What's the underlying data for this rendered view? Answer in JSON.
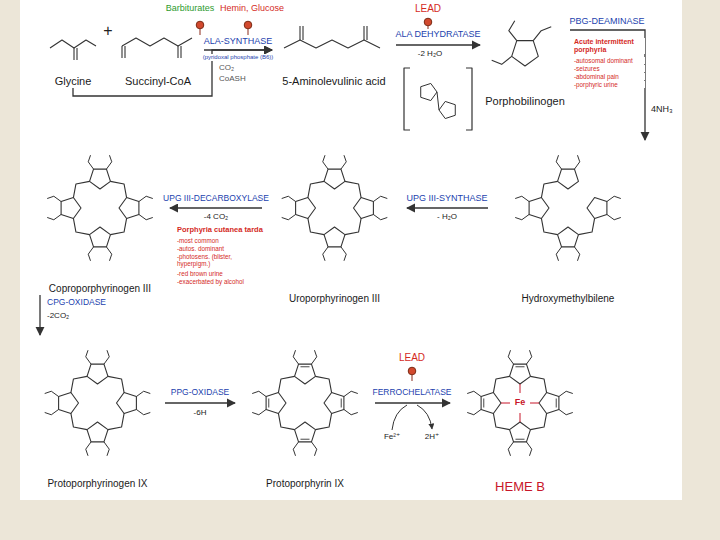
{
  "diagram": {
    "nodes": [
      {
        "text": [
          "Glycine"
        ]
      },
      {
        "text": [
          "Succinyl-CoA"
        ]
      },
      {
        "text": [
          "5-Aminolevulinic acid"
        ]
      },
      {
        "text": [
          "Porphobilinogen"
        ]
      },
      {
        "text": [
          "Hydroxymethylbilene"
        ]
      },
      {
        "text": [
          "Uroporphyrinogen III"
        ]
      },
      {
        "text": [
          "Coproporphyrinogen III"
        ]
      },
      {
        "text": [
          "Protoporphyrinogen IX"
        ]
      },
      {
        "text": [
          "Protoporphyrin IX"
        ]
      },
      {
        "text": [
          "HEME B"
        ]
      }
    ],
    "edges": [
      {
        "from": 0,
        "to": 2,
        "arrow": "to"
      },
      {
        "from": 1,
        "to": 2,
        "label": "ALA-SYNTHASE",
        "arrow": "to"
      },
      {
        "from": 2,
        "to": 3,
        "label": "ALA DEHYDRATASE",
        "arrow": "to"
      },
      {
        "from": 3,
        "to": 4,
        "label": "PBG-DEAMINASE",
        "arrow": "to"
      },
      {
        "from": 4,
        "to": 5,
        "label": "UPG III-SYNTHASE",
        "arrow": "to"
      },
      {
        "from": 5,
        "to": 6,
        "label": "UPG III-DECARBOXYLASE",
        "arrow": "to"
      },
      {
        "from": 6,
        "to": 7,
        "label": "CPG-OXIDASE",
        "arrow": "to"
      },
      {
        "from": 7,
        "to": 8,
        "label": "PPG-OXIDASE",
        "arrow": "to"
      },
      {
        "from": 8,
        "to": 9,
        "label": "FERROCHELATASE",
        "arrow": "to"
      }
    ],
    "labels": [
      "+",
      "Barbiturates",
      "Hemin, Glucose",
      "(pyridoxal phosphate (B6))",
      "CO₂",
      "CoASH",
      "LEAD",
      "-2 H₂O",
      "Acute intermittent porphyria",
      "-autosomal dominant",
      "-seizures",
      "-abdominal pain",
      "-porphyric urine",
      "4NH₃",
      "- H₂O",
      "-4 CO₂",
      "Porphyria cutanea tarda",
      "-most common",
      "-autos. dominant",
      "-photosens. (blister, hyperpigm.)",
      "-red brown urine",
      "-exacerbated by alcohol",
      "-2CO₂",
      "-6H",
      "LEAD",
      "Fe²⁺",
      "2H⁺",
      "Fe"
    ]
  }
}
